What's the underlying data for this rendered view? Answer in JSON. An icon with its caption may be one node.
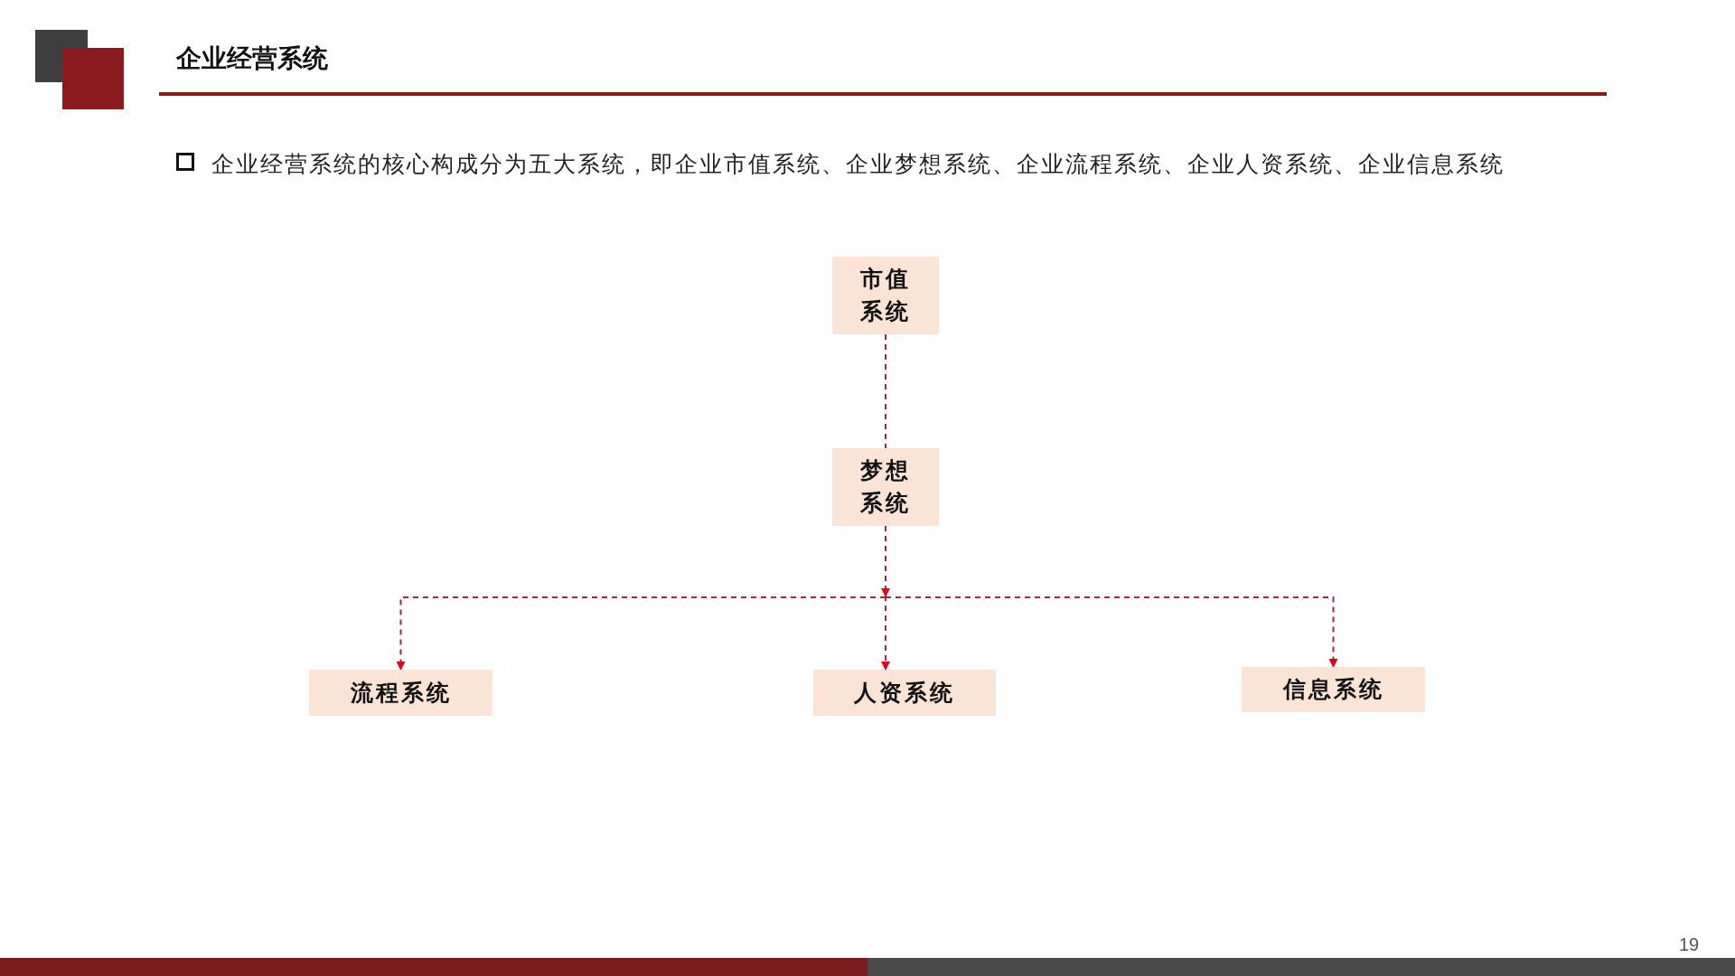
{
  "diagram": {
    "title": "企业经营系统",
    "nodes": [
      {
        "text": [
          "市值系统"
        ]
      },
      {
        "text": [
          "梦想系统"
        ]
      },
      {
        "text": [
          "流程系统"
        ]
      },
      {
        "text": [
          "人资系统"
        ]
      },
      {
        "text": [
          "信息系统"
        ]
      }
    ],
    "edges": [
      {
        "from": 0,
        "to": 1,
        "arrow": "none",
        "style": "dashed"
      },
      {
        "from": 1,
        "to": 2,
        "arrow": "to",
        "style": "dashed"
      },
      {
        "from": 1,
        "to": 3,
        "arrow": "to",
        "style": "dashed"
      },
      {
        "from": 1,
        "to": 4,
        "arrow": "to",
        "style": "dashed"
      }
    ],
    "labels": [
      "企业经营系统的核心构成分为五大系统，即企业市值系统、企业梦想系统、企业流程系统、企业人资系统、企业信息系统",
      "19"
    ]
  }
}
